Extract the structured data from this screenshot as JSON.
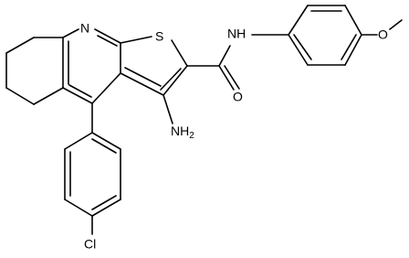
{
  "diagram": {
    "labels": {
      "nitrogen_ring": "N",
      "sulfur": "S",
      "amide_nh": "NH",
      "carbonyl_o": "O",
      "amino": "NH2",
      "methoxy_o": "O",
      "chlorine": "Cl"
    }
  }
}
